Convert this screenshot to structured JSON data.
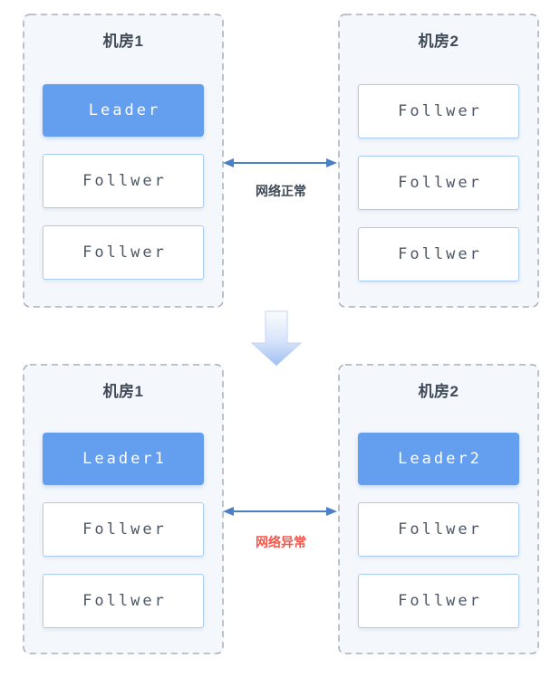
{
  "sections": [
    {
      "id": "network-normal",
      "rooms": [
        {
          "title": "机房1",
          "nodes": [
            {
              "label": "Leader",
              "role": "leader"
            },
            {
              "label": "Follwer",
              "role": "follower"
            },
            {
              "label": "Follwer",
              "role": "follower"
            }
          ]
        },
        {
          "title": "机房2",
          "nodes": [
            {
              "label": "Follwer",
              "role": "follower"
            },
            {
              "label": "Follwer",
              "role": "follower"
            },
            {
              "label": "Follwer",
              "role": "follower"
            }
          ]
        }
      ],
      "link": {
        "label": "网络正常",
        "status": "normal",
        "icon": "double-arrow-icon",
        "label_color": "#3f4a57"
      }
    },
    {
      "id": "network-partitioned",
      "rooms": [
        {
          "title": "机房1",
          "nodes": [
            {
              "label": "Leader1",
              "role": "leader"
            },
            {
              "label": "Follwer",
              "role": "follower"
            },
            {
              "label": "Follwer",
              "role": "follower"
            }
          ]
        },
        {
          "title": "机房2",
          "nodes": [
            {
              "label": "Leader2",
              "role": "leader"
            },
            {
              "label": "Follwer",
              "role": "follower"
            },
            {
              "label": "Follwer",
              "role": "follower"
            }
          ]
        }
      ],
      "link": {
        "label": "网络异常",
        "status": "error",
        "icon": "double-arrow-icon",
        "label_color": "#f5564b"
      }
    }
  ],
  "transition": {
    "icon": "down-arrow-icon",
    "direction": "down"
  },
  "colors": {
    "leader_fill": "#649eef",
    "leader_text": "#ffffff",
    "follower_border": "#a9ccf4",
    "follower_text": "#4d5766",
    "panel_background": "#f4f7fb",
    "panel_dashed_border": "#a8b0ba",
    "arrow_stroke": "#4c80c4",
    "label_normal": "#3f4a57",
    "label_error": "#f5564b"
  }
}
